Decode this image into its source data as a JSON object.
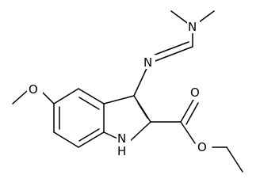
{
  "molecule": {
    "atoms": {
      "dimethylamino_n": "N",
      "imine_n": "N",
      "methoxy_o": "O",
      "carbonyl_o": "O",
      "ester_o": "O",
      "indole_nh": "N",
      "indole_h": "H"
    }
  },
  "colors": {
    "ink": "#000000",
    "background": "#ffffff"
  }
}
